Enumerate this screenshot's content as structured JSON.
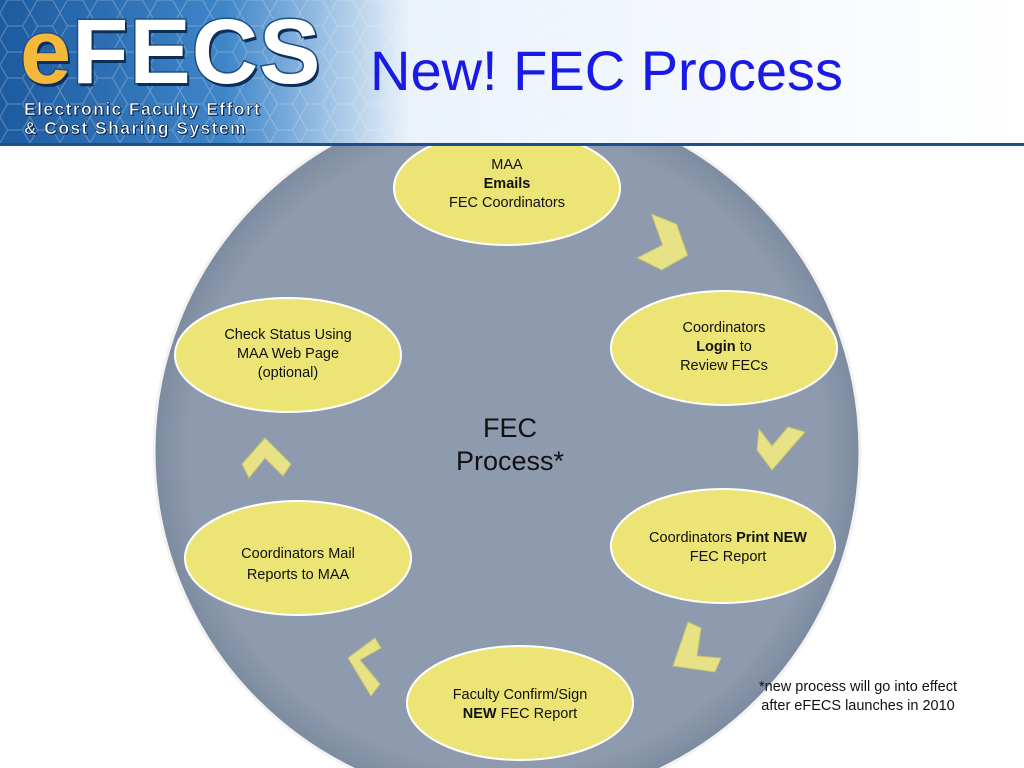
{
  "header": {
    "logo_prefix": "e",
    "logo_main": "FECS",
    "logo_line1": "Electronic Faculty Effort",
    "logo_line2": "& Cost Sharing System",
    "title": "New! FEC Process"
  },
  "diagram": {
    "center_line1": "FEC",
    "center_line2": "Process*",
    "steps": [
      {
        "pre": "MAA",
        "bold": "Emails",
        "post": "FEC Coordinators"
      },
      {
        "pre": "Coordinators",
        "bold": "Login",
        "post": "to",
        "post2": "Review FECs"
      },
      {
        "pre": "Coordinators",
        "bold": "Print NEW",
        "post": "FEC Report"
      },
      {
        "pre": "Faculty Confirm/Sign",
        "bold": "NEW",
        "post": "FEC Report"
      },
      {
        "line1": "Coordinators Mail",
        "line2": "Reports to MAA"
      },
      {
        "line1": "Check Status Using",
        "line2": "MAA Web Page",
        "line3": "(optional)"
      }
    ]
  },
  "footnote": {
    "line1": "*new process will go into effect",
    "line2": "after eFECS launches in 2010"
  },
  "colors": {
    "circle": "#8e9bae",
    "node_fill": "#ece474",
    "chevron": "#e8e286",
    "title": "#1a1ae6",
    "banner": "#2a6bb0"
  }
}
